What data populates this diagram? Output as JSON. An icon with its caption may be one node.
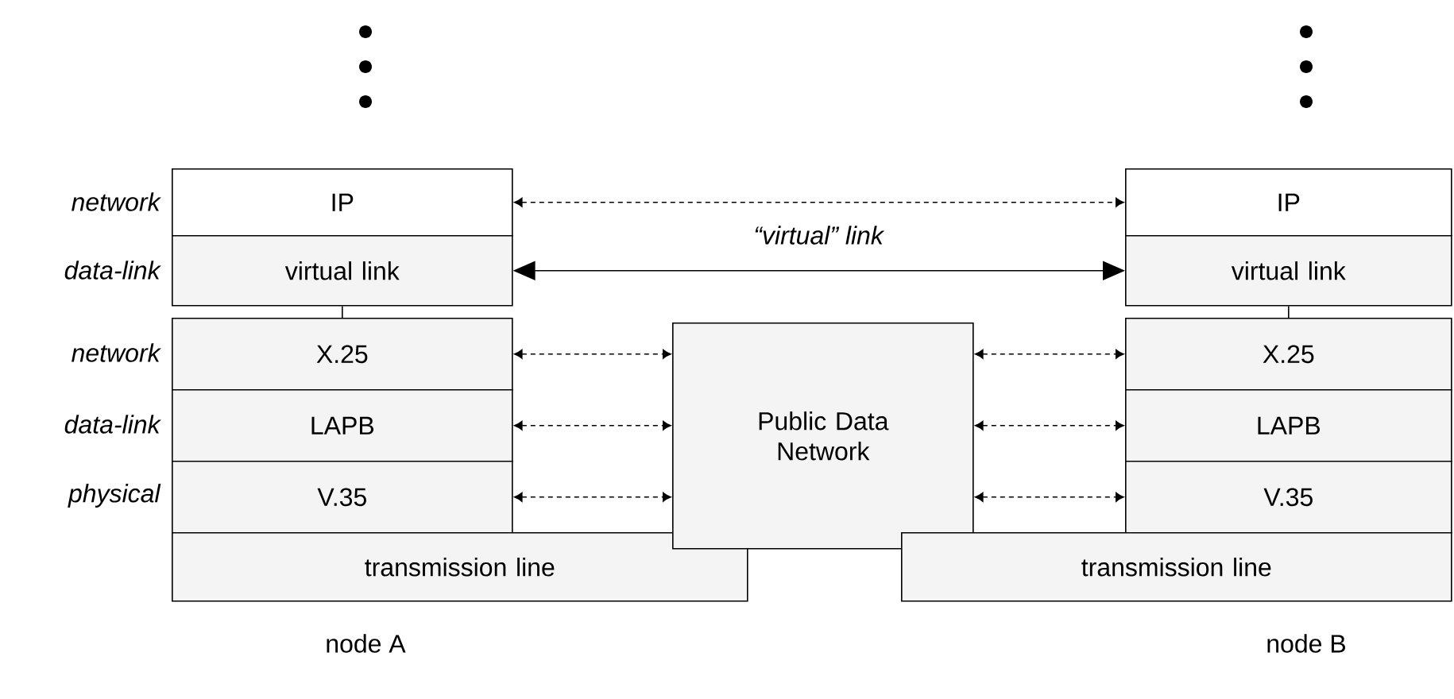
{
  "diagram": {
    "nodes": [
      {
        "text": [
          "IP"
        ]
      },
      {
        "text": [
          "virtual link"
        ]
      },
      {
        "text": [
          "X.25"
        ]
      },
      {
        "text": [
          "LAPB"
        ]
      },
      {
        "text": [
          "V.35"
        ]
      },
      {
        "text": [
          "transmission line"
        ]
      },
      {
        "text": [
          "Public Data Network"
        ]
      },
      {
        "text": [
          "IP"
        ]
      },
      {
        "text": [
          "virtual link"
        ]
      },
      {
        "text": [
          "X.25"
        ]
      },
      {
        "text": [
          "LAPB"
        ]
      },
      {
        "text": [
          "V.35"
        ]
      },
      {
        "text": [
          "transmission line"
        ]
      }
    ],
    "edges": [
      {
        "from": 0,
        "to": 7,
        "arrow": "both",
        "style": "dashed"
      },
      {
        "from": 1,
        "to": 8,
        "arrow": "both",
        "label": "*“virtual” link*"
      },
      {
        "from": 1,
        "to": 2,
        "arrow": "none"
      },
      {
        "from": 8,
        "to": 9,
        "arrow": "none"
      },
      {
        "from": 2,
        "to": 6,
        "arrow": "both",
        "style": "dashed"
      },
      {
        "from": 3,
        "to": 6,
        "arrow": "both",
        "style": "dashed"
      },
      {
        "from": 4,
        "to": 6,
        "arrow": "both",
        "style": "dashed"
      },
      {
        "from": 6,
        "to": 9,
        "arrow": "both",
        "style": "dashed"
      },
      {
        "from": 6,
        "to": 10,
        "arrow": "both",
        "style": "dashed"
      },
      {
        "from": 6,
        "to": 11,
        "arrow": "both",
        "style": "dashed"
      }
    ],
    "labels": [
      "network",
      "data-link",
      "network",
      "data-link",
      "physical",
      "node A",
      "node B"
    ]
  }
}
